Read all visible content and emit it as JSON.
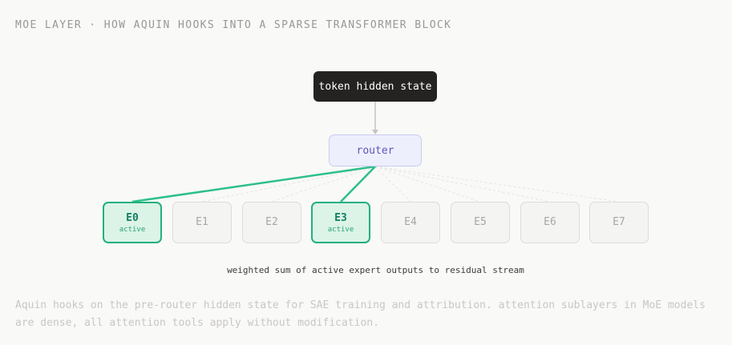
{
  "header": {
    "title": "MOE LAYER · HOW AQUIN HOOKS INTO A SPARSE TRANSFORMER BLOCK"
  },
  "diagram": {
    "input_label": "token hidden state",
    "router_label": "router",
    "experts": [
      {
        "label": "E0",
        "status": "active"
      },
      {
        "label": "E1",
        "status": ""
      },
      {
        "label": "E2",
        "status": ""
      },
      {
        "label": "E3",
        "status": "active"
      },
      {
        "label": "E4",
        "status": ""
      },
      {
        "label": "E5",
        "status": ""
      },
      {
        "label": "E6",
        "status": ""
      },
      {
        "label": "E7",
        "status": ""
      }
    ],
    "output_label": "weighted sum of active expert outputs to residual stream"
  },
  "footnote": "Aquin hooks on the pre-router hidden state for SAE training and attribution. attention sublayers in MoE models are dense, all attention tools apply without modification.",
  "colors": {
    "active_wire": "#2dbf8c",
    "inactive_wire": "#e4e4e2",
    "arrow": "#c4c4c2"
  }
}
